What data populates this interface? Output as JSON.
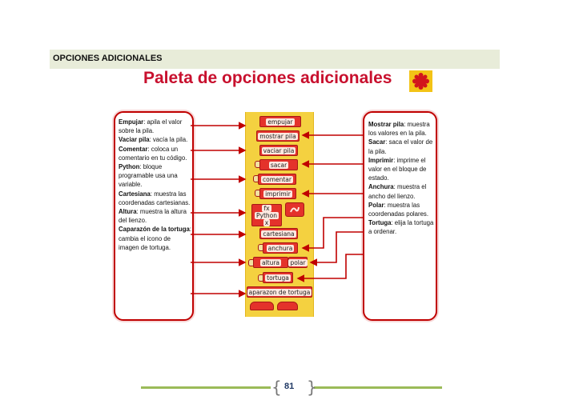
{
  "section": {
    "title": "OPCIONES ADICIONALES"
  },
  "palette_title": "Paleta de opciones adicionales",
  "blocks": {
    "empujar": "empujar",
    "mostrar_pila": "mostrar pila",
    "vaciar_pila": "vaciar pila",
    "sacar": "sacar",
    "comentar": "comentar",
    "imprimir": "imprimir",
    "python_fx": "fx",
    "python_label": "Python",
    "python_x": "x",
    "cartesiana": "cartesiana",
    "anchura": "anchura",
    "altura": "altura",
    "polar": "polar",
    "tortuga": "tortuga",
    "caparazon": "aparazon de tortuga"
  },
  "left_desc": [
    {
      "term": "Empujar",
      "text": ": apila el valor sobre la pila."
    },
    {
      "term": "Vaciar pila",
      "text": ": vacía la pila."
    },
    {
      "term": "Comentar",
      "text": ": coloca un comentario en tu código."
    },
    {
      "term": "Python",
      "text": ": bloque programable usa una variable."
    },
    {
      "term": "Cartesiana",
      "text": ": muestra las coordenadas cartesianas."
    },
    {
      "term": "Altura",
      "text": ": muestra la altura del lienzo."
    },
    {
      "term": "Caparazón de la tortuga",
      "text": ": cambia el icono de imagen de tortuga."
    }
  ],
  "right_desc": [
    {
      "term": "Mostrar pila",
      "text": ": muestra los valores en la pila."
    },
    {
      "term": "Sacar",
      "text": ": saca el valor de la pila."
    },
    {
      "term": "Imprimir",
      "text": ": imprime el valor en el bloque de estado."
    },
    {
      "term": "Anchura",
      "text": ": muestra el ancho del lienzo."
    },
    {
      "term": "Polar",
      "text": ": muestra las coordenadas polares."
    },
    {
      "term": "Tortuga",
      "text": ": elija la tortuga a ordenar."
    }
  ],
  "footer": {
    "page_number": "81"
  },
  "colors": {
    "arrow": "#c00000",
    "palette": "#f4d140",
    "block": "#e4322b",
    "footer_line": "#9bbb59",
    "section_bar": "#e8ecd9"
  },
  "icons": {
    "palette_icon": "flower-icon"
  }
}
